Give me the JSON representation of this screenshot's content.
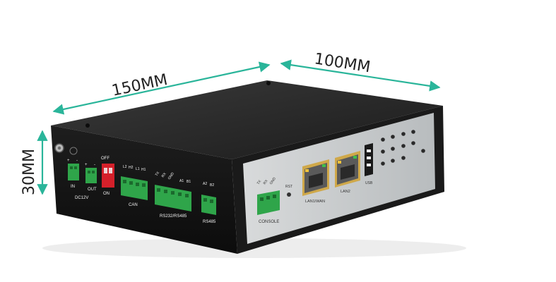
{
  "dimensions": {
    "length": "150MM",
    "width": "100MM",
    "height": "30MM"
  },
  "colors": {
    "dimension_arrow": "#2ab59a",
    "case_top": "#232323",
    "case_side": "#141414",
    "front_panel": "#c9ccce",
    "terminal_green": "#2fa54a",
    "dip_red": "#d4202a"
  },
  "left_panel": {
    "power_in": "IN",
    "power_out": "OUT",
    "power_label": "DC12V",
    "plus": "+",
    "minus": "-",
    "dip_off": "OFF",
    "dip_on": "ON",
    "can_pins": [
      "L2",
      "H2",
      "L1",
      "H1"
    ],
    "can_label": "CAN",
    "serial_pins": [
      "TX",
      "RX",
      "GND",
      "A1",
      "B1"
    ],
    "serial_label": "RS232/RS485",
    "rs485_pins": [
      "A2",
      "B2"
    ],
    "rs485_label": "RS485"
  },
  "front_panel": {
    "console_pins": [
      "TX",
      "RX",
      "GND"
    ],
    "console_label": "CONSOLE",
    "rst_label": "RST",
    "lan1_label": "LAN1/WAN",
    "lan2_label": "LAN2",
    "usb_label": "USB"
  }
}
